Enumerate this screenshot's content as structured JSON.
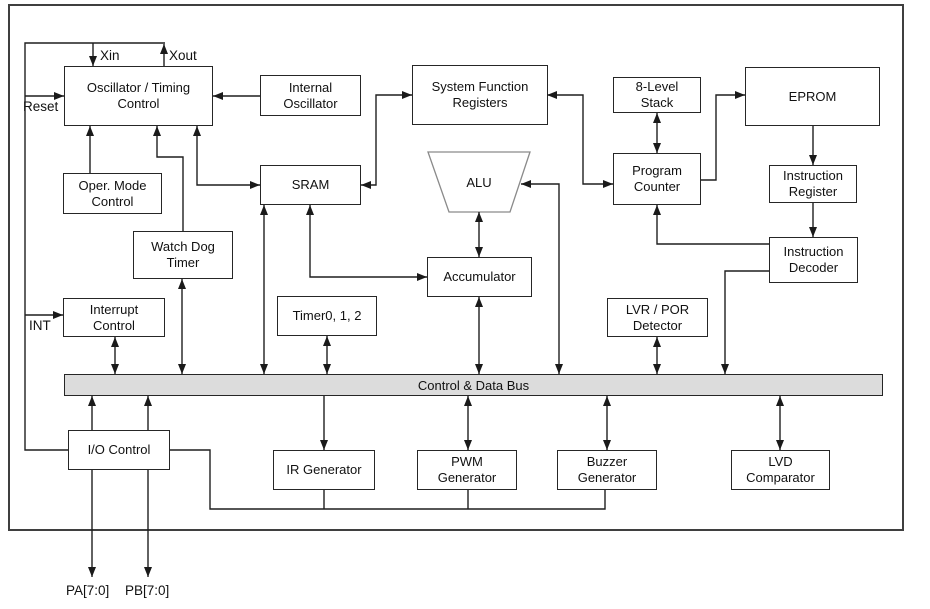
{
  "blocks": {
    "oscillator_timing_control": "Oscillator / Timing Control",
    "internal_oscillator": "Internal Oscillator",
    "system_function_registers": "System Function Registers",
    "stack": "8-Level Stack",
    "eprom": "EPROM",
    "oper_mode_control": "Oper. Mode Control",
    "sram": "SRAM",
    "program_counter": "Program Counter",
    "instruction_register": "Instruction Register",
    "watch_dog_timer": "Watch Dog Timer",
    "instruction_decoder": "Instruction Decoder",
    "timer": "Timer0, 1, 2",
    "alu": "ALU",
    "accumulator": "Accumulator",
    "lvr_por_detector": "LVR / POR Detector",
    "interrupt_control": "Interrupt Control",
    "io_control": "I/O Control",
    "ir_generator": "IR Generator",
    "pwm_generator": "PWM Generator",
    "buzzer_generator": "Buzzer Generator",
    "lvd_comparator": "LVD Comparator"
  },
  "bus": {
    "label": "Control & Data Bus",
    "fill": "#dcdcdc"
  },
  "pins": {
    "xin": "Xin",
    "xout": "Xout",
    "reset": "Reset",
    "int": "INT",
    "pa": "PA[7:0]",
    "pb": "PB[7:0]"
  },
  "colors": {
    "wire": "#1f1f1f",
    "box_border": "#262626",
    "bus_fill": "#dcdcdc",
    "frame_border": "#3f3f3f",
    "background": "#ffffff"
  }
}
